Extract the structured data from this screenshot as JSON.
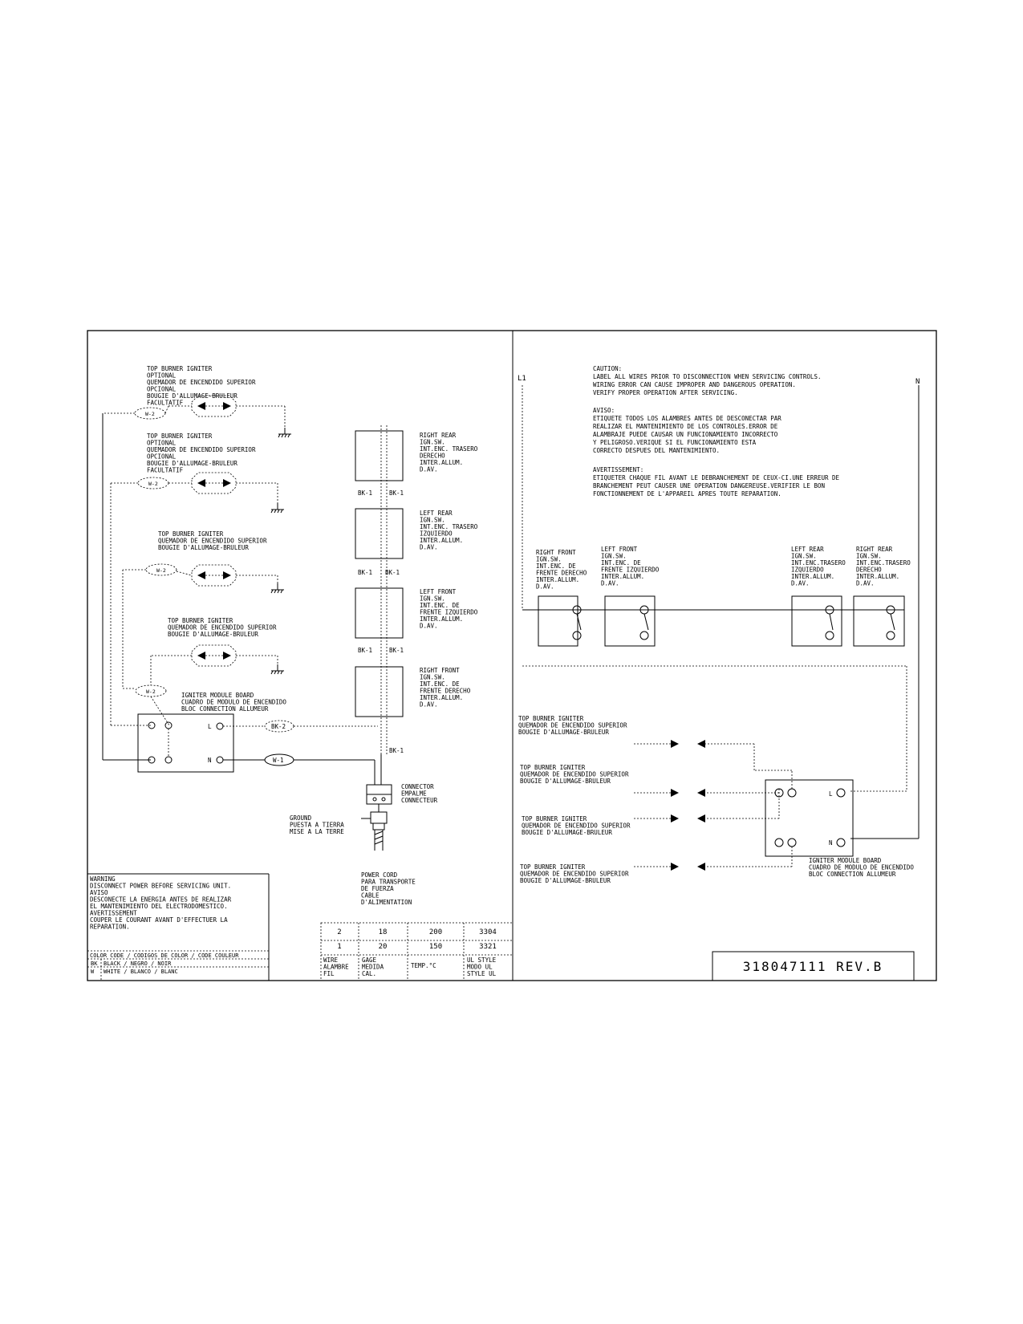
{
  "left_igniters": [
    [
      "TOP BURNER IGNITER",
      "OPTIONAL",
      "QUEMADOR DE ENCENDIDO SUPERIOR",
      "OPCIONAL",
      "BOUGIE D'ALLUMAGE-BRULEUR",
      "FACULTATIF"
    ],
    [
      "TOP BURNER IGNITER",
      "OPTIONAL",
      "QUEMADOR DE ENCENDIDO SUPERIOR",
      "OPCIONAL",
      "BOUGIE D'ALLUMAGE-BRULEUR",
      "FACULTATIF"
    ],
    [
      "TOP BURNER IGNITER",
      "QUEMADOR DE ENCENDIDO SUPERIOR",
      "BOUGIE D'ALLUMAGE-BRULEUR"
    ],
    [
      "TOP BURNER IGNITER",
      "QUEMADOR DE ENCENDIDO SUPERIOR",
      "BOUGIE D'ALLUMAGE-BRULEUR"
    ]
  ],
  "wire_tags": {
    "w2": "W-2",
    "bk2": "BK-2",
    "w1": "W-1",
    "bk1": "BK-1"
  },
  "switch_column": [
    [
      "RIGHT REAR",
      "IGN.SW.",
      "INT.ENC. TRASERO",
      "DERECHO",
      "INTER.ALLUM.",
      "D.AV."
    ],
    [
      "LEFT REAR",
      "IGN.SW.",
      "INT.ENC. TRASERO",
      "IZQUIERDO",
      "INTER.ALLUM.",
      "D.AV."
    ],
    [
      "LEFT FRONT",
      "IGN.SW.",
      "INT.ENC. DE",
      "FRENTE IZQUIERDO",
      "INTER.ALLUM.",
      "D.AV."
    ],
    [
      "RIGHT FRONT",
      "IGN.SW.",
      "INT.ENC. DE",
      "FRENTE DERECHO",
      "INTER.ALLUM.",
      "D.AV."
    ]
  ],
  "module_left": {
    "label": [
      "IGNITER MODULE BOARD",
      "CUADRO DE MODULO DE ENCENDIDO",
      "BLOC CONNECTION ALLUMEUR"
    ],
    "l": "L",
    "n": "N"
  },
  "connector": [
    "CONNECTOR",
    "EMPALME",
    "CONNECTEUR"
  ],
  "ground": [
    "GROUND",
    "PUESTA A TIERRA",
    "MISE A LA TERRE"
  ],
  "power_cord": [
    "POWER CORD",
    "PARA TRANSPORTE",
    "DE FUERZA",
    "CABLE",
    "D'ALIMENTATION"
  ],
  "warning": [
    "WARNING",
    "DISCONNECT POWER BEFORE SERVICING UNIT.",
    "AVISO",
    "DESCONECTE LA ENERGIA ANTES DE REALIZAR",
    "EL MANTENIMIENTO DEL ELECTRODOMESTICO.",
    "AVERTISSEMENT",
    "COUPER LE COURANT AVANT D'EFFECTUER LA",
    "REPARATION."
  ],
  "color_code": {
    "header": "COLOR CODE / CODIGOS DE COLOR / CODE COULEUR",
    "rows": [
      [
        "BK",
        "BLACK / NEGRO / NOIR"
      ],
      [
        "W",
        "WHITE / BLANCO / BLANC"
      ]
    ]
  },
  "wire_table": {
    "rows": [
      [
        "2",
        "18",
        "200",
        "3304"
      ],
      [
        "1",
        "20",
        "150",
        "3321"
      ]
    ],
    "header": [
      [
        "WIRE",
        "ALAMBRE",
        "FIL"
      ],
      [
        "GAGE",
        "MEDIDA",
        "CAL."
      ],
      [
        "TEMP.°C"
      ],
      [
        "UL STYLE",
        "MODO UL",
        "STYLE UL"
      ]
    ]
  },
  "lines": {
    "l1": "L1",
    "n": "N"
  },
  "caution": [
    "CAUTION:",
    "LABEL ALL WIRES PRIOR TO DISCONNECTION WHEN SERVICING CONTROLS.",
    "WIRING ERROR CAN CAUSE IMPROPER AND DANGEROUS OPERATION.",
    "VERIFY PROPER OPERATION AFTER SERVICING.",
    "AVISO:",
    "ETIQUETE TODOS LOS ALAMBRES ANTES DE DESCONECTAR PAR",
    "REALIZAR EL MANTENIMIENTO DE LOS CONTROLES.ERROR DE",
    "ALAMBRAJE PUEDE CAUSAR UN FUNCIONAMIENTO INCORRECTO",
    "Y PELIGROSO.VERIQUE SI EL FUNCIONAMIENTO ESTA",
    "CORRECTO DESPUES DEL MANTENIMIENTO.",
    "AVERTISSEMENT:",
    "ETIQUETER CHAQUE FIL AVANT LE DEBRANCHEMENT DE CEUX-CI.UNE ERREUR DE",
    "BRANCHEMENT PEUT CAUSER UNE OPERATION DANGEREUSE.VERIFIER LE BON",
    "FONCTIONNEMENT DE L'APPAREIL APRES TOUTE REPARATION."
  ],
  "switch_row": [
    [
      "RIGHT FRONT",
      "IGN.SW.",
      "INT.ENC. DE",
      "FRENTE DERECHO",
      "INTER.ALLUM.",
      "D.AV."
    ],
    [
      "LEFT FRONT",
      "IGN.SW.",
      "INT.ENC. DE",
      "FRENTE IZQUIERDO",
      "INTER.ALLUM.",
      "D.AV."
    ],
    [
      "LEFT REAR",
      "IGN.SW.",
      "INT.ENC.TRASERO",
      "IZQUIERDO",
      "INTER.ALLUM.",
      "D.AV."
    ],
    [
      "RIGHT REAR",
      "IGN.SW.",
      "INT.ENC.TRASERO",
      "DERECHO",
      "INTER.ALLUM.",
      "D.AV."
    ]
  ],
  "right_igniters": [
    [
      "TOP BURNER IGNITER",
      "QUEMADOR DE ENCENDIDO SUPERIOR",
      "BOUGIE D'ALLUMAGE-BRULEUR"
    ],
    [
      "TOP BURNER IGNITER",
      "QUEMADOR DE ENCENDIDO SUPERIOR",
      "BOUGIE D'ALLUMAGE-BRULEUR"
    ],
    [
      "TOP BURNER IGNITER",
      "QUEMADOR DE ENCENDIDO SUPERIOR",
      "BOUGIE D'ALLUMAGE-BRULEUR"
    ],
    [
      "TOP BURNER IGNITER",
      "QUEMADOR DE ENCENDIDO SUPERIOR",
      "BOUGIE D'ALLUMAGE-BRULEUR"
    ]
  ],
  "module_right": {
    "label": [
      "IGNITER MODULE BOARD",
      "CUADRO DE MODULO DE ENCENDIDO",
      "BLOC CONNECTION ALLUMEUR"
    ],
    "l": "L",
    "n": "N"
  },
  "part_number": "318047111 REV.B"
}
